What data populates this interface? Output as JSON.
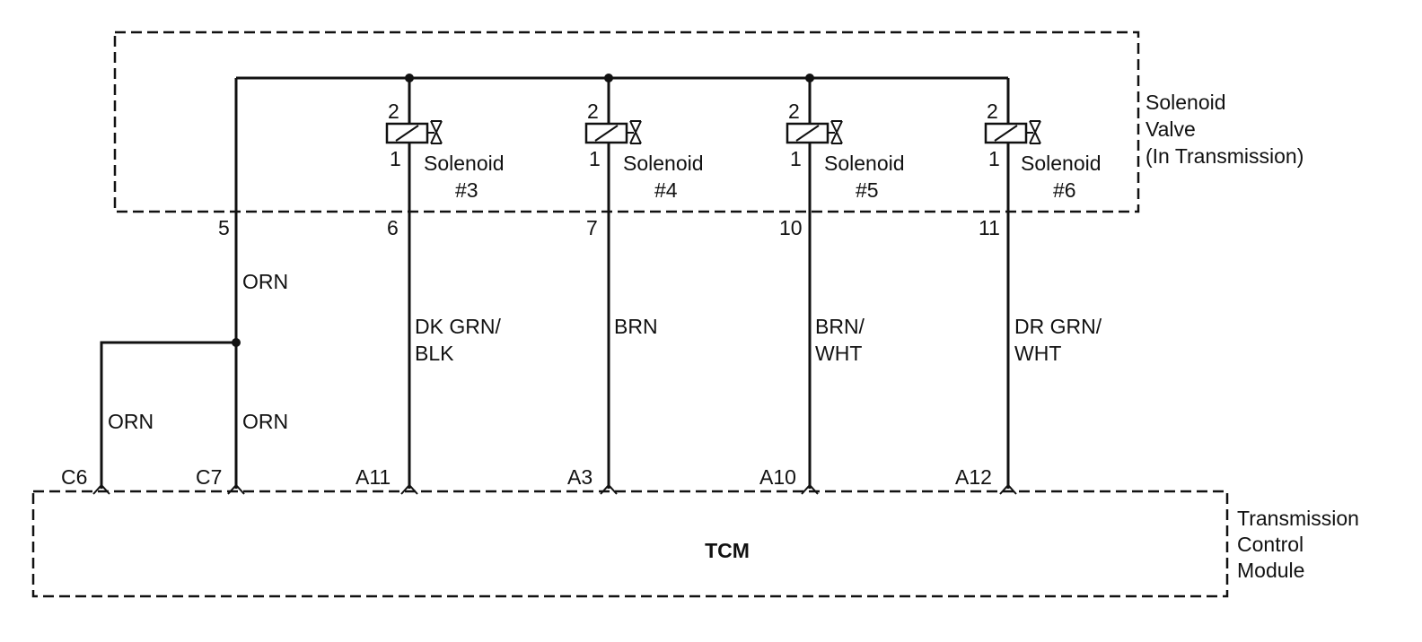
{
  "solenoid_block": {
    "label": [
      "Solenoid",
      "Valve",
      "(In Transmission)"
    ],
    "common_pin": "5",
    "common_wire": "ORN"
  },
  "solenoids": [
    {
      "name": "Solenoid",
      "number": "#3",
      "pin_top": "2",
      "pin_bottom": "1",
      "harness_pin": "6",
      "wire": [
        "DK GRN/",
        "BLK"
      ],
      "tcm_pin": "A11"
    },
    {
      "name": "Solenoid",
      "number": "#4",
      "pin_top": "2",
      "pin_bottom": "1",
      "harness_pin": "7",
      "wire": [
        "BRN"
      ],
      "tcm_pin": "A3"
    },
    {
      "name": "Solenoid",
      "number": "#5",
      "pin_top": "2",
      "pin_bottom": "1",
      "harness_pin": "10",
      "wire": [
        "BRN/",
        "WHT"
      ],
      "tcm_pin": "A10"
    },
    {
      "name": "Solenoid",
      "number": "#6",
      "pin_top": "2",
      "pin_bottom": "1",
      "harness_pin": "11",
      "wire": [
        "DR GRN/",
        "WHT"
      ],
      "tcm_pin": "A12"
    }
  ],
  "branch": {
    "left_wire": "ORN",
    "right_wire": "ORN",
    "left_pin": "C6",
    "right_pin": "C7"
  },
  "tcm": {
    "title": "TCM",
    "label": [
      "Transmission",
      "Control",
      "Module"
    ]
  }
}
